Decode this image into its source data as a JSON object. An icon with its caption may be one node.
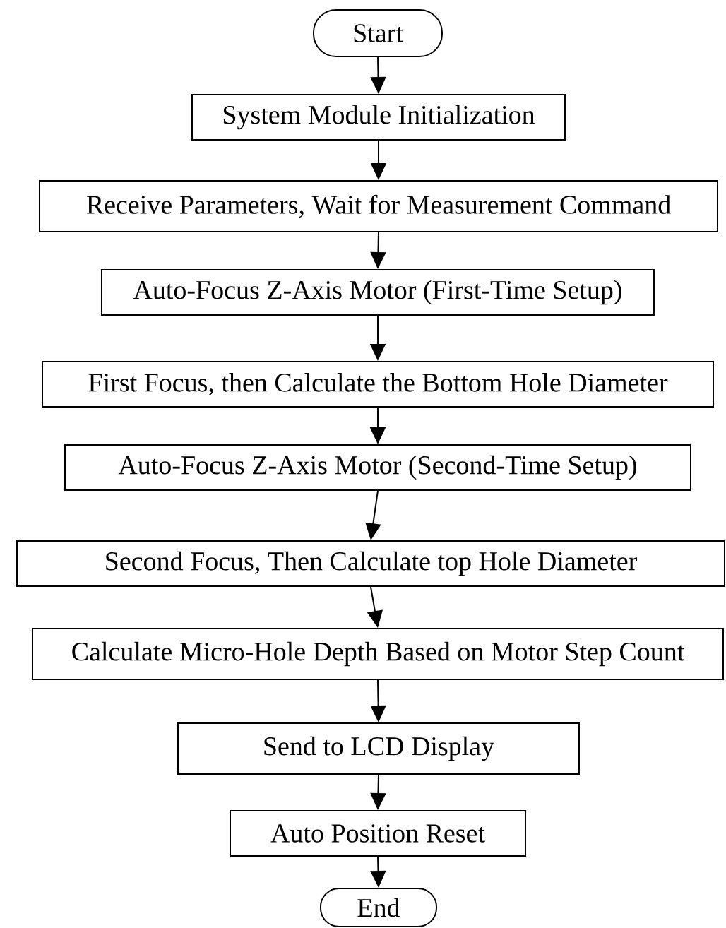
{
  "diagram": {
    "nodes": [
      {
        "text": [
          "Start"
        ]
      },
      {
        "text": [
          "System Module Initialization"
        ]
      },
      {
        "text": [
          "Receive Parameters, Wait for Measurement Command"
        ]
      },
      {
        "text": [
          "Auto-Focus Z-Axis Motor (First-Time Setup)"
        ]
      },
      {
        "text": [
          "First Focus, then Calculate the Bottom Hole Diameter"
        ]
      },
      {
        "text": [
          "Auto-Focus Z-Axis Motor (Second-Time Setup)"
        ]
      },
      {
        "text": [
          "Second Focus, Then Calculate top Hole Diameter"
        ]
      },
      {
        "text": [
          "Calculate Micro-Hole Depth Based on Motor Step Count"
        ]
      },
      {
        "text": [
          "Send to LCD Display"
        ]
      },
      {
        "text": [
          "Auto Position Reset"
        ]
      },
      {
        "text": [
          "End"
        ]
      }
    ],
    "edges": [
      {
        "from": 0,
        "to": 1,
        "arrow": "to"
      },
      {
        "from": 1,
        "to": 2,
        "arrow": "to"
      },
      {
        "from": 2,
        "to": 3,
        "arrow": "to"
      },
      {
        "from": 3,
        "to": 4,
        "arrow": "to"
      },
      {
        "from": 4,
        "to": 5,
        "arrow": "to"
      },
      {
        "from": 5,
        "to": 6,
        "arrow": "to"
      },
      {
        "from": 6,
        "to": 7,
        "arrow": "to"
      },
      {
        "from": 7,
        "to": 8,
        "arrow": "to"
      },
      {
        "from": 8,
        "to": 9,
        "arrow": "to"
      },
      {
        "from": 9,
        "to": 10,
        "arrow": "to"
      }
    ]
  }
}
